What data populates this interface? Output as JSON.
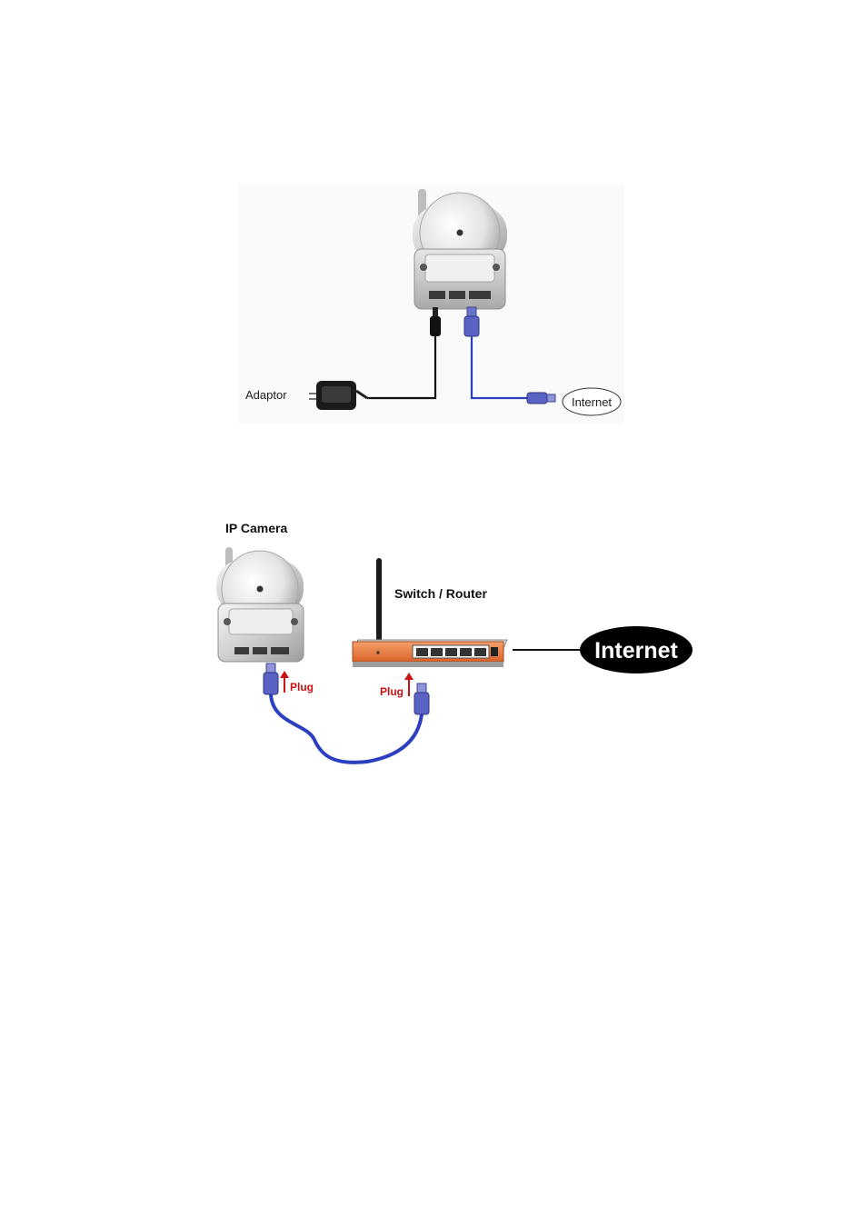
{
  "figure1": {
    "adaptor_label": "Adaptor",
    "internet_label": "Internet",
    "icons": [
      "ip-camera-icon",
      "power-adaptor-icon",
      "rj45-plug-icon",
      "dc-plug-icon"
    ]
  },
  "figure2": {
    "camera_label": "IP Camera",
    "router_label": "Switch / Router",
    "plug_label_left": "Plug",
    "plug_label_right": "Plug",
    "internet_label": "Internet",
    "icons": [
      "ip-camera-icon",
      "router-icon",
      "antenna-icon",
      "rj45-plug-icon",
      "arrow-up-icon"
    ]
  },
  "colors": {
    "cable_blue": "#2b3fc0",
    "plug_red": "#cc1111",
    "router_orange": "#e8743a",
    "cloud_black": "#000000"
  }
}
